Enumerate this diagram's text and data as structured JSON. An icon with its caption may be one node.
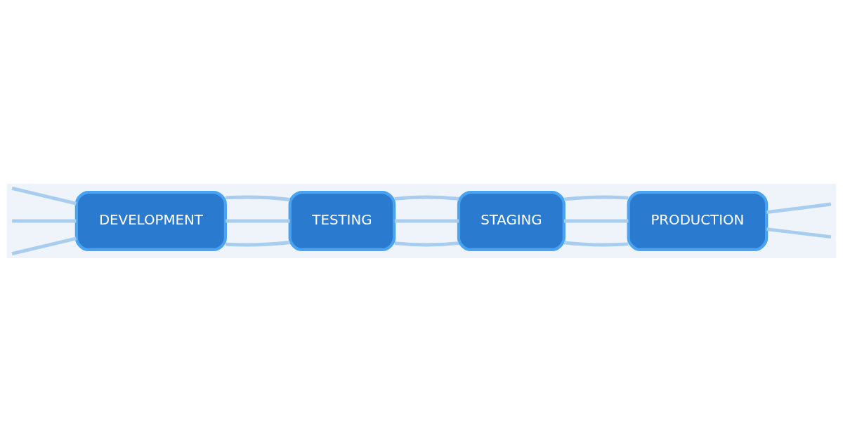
{
  "diagram": {
    "nodes": [
      {
        "text": [
          "DEVELOPMENT"
        ]
      },
      {
        "text": [
          "TESTING"
        ]
      },
      {
        "text": [
          "STAGING"
        ]
      },
      {
        "text": [
          "PRODUCTION"
        ]
      }
    ],
    "edges": [
      {
        "from": null,
        "to": 0,
        "arrow": "none"
      },
      {
        "from": null,
        "to": 0,
        "arrow": "none"
      },
      {
        "from": null,
        "to": 0,
        "arrow": "none"
      },
      {
        "from": 0,
        "to": 1,
        "arrow": "none"
      },
      {
        "from": 0,
        "to": 1,
        "arrow": "none"
      },
      {
        "from": 0,
        "to": 1,
        "arrow": "none"
      },
      {
        "from": 1,
        "to": 2,
        "arrow": "none"
      },
      {
        "from": 1,
        "to": 2,
        "arrow": "none"
      },
      {
        "from": 1,
        "to": 2,
        "arrow": "none"
      },
      {
        "from": 2,
        "to": 3,
        "arrow": "none"
      },
      {
        "from": 2,
        "to": 3,
        "arrow": "none"
      },
      {
        "from": 2,
        "to": 3,
        "arrow": "none"
      },
      {
        "from": 3,
        "to": null,
        "arrow": "none"
      },
      {
        "from": 3,
        "to": null,
        "arrow": "none"
      }
    ]
  }
}
